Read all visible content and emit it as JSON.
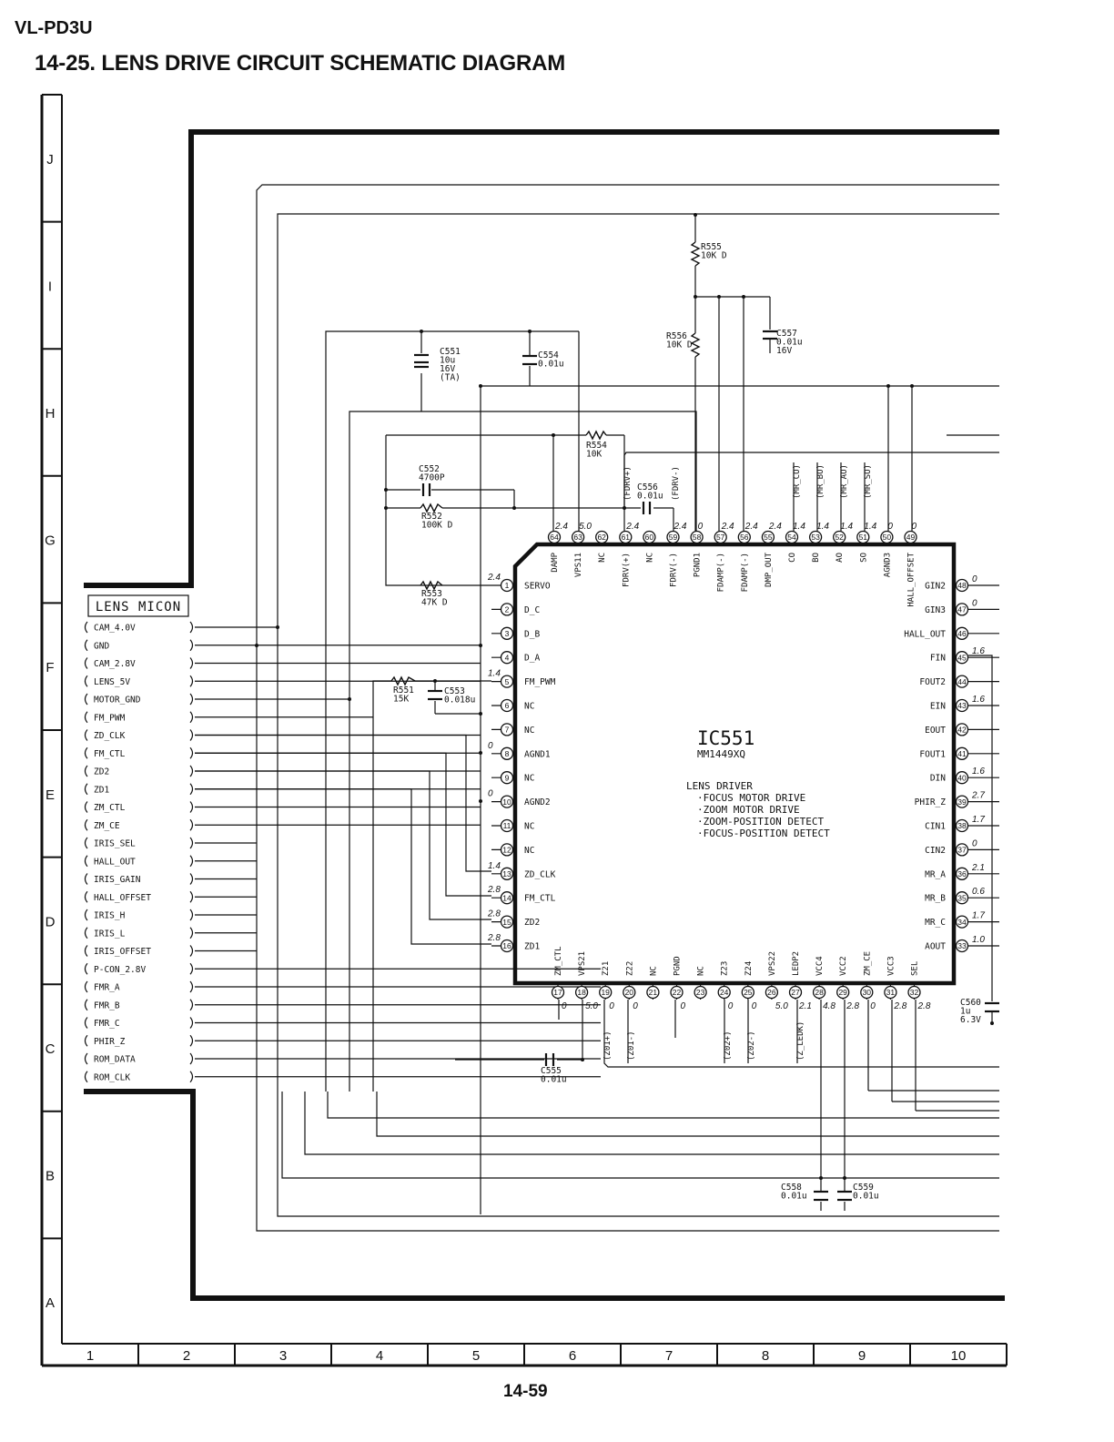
{
  "header": {
    "model": "VL-PD3U",
    "title": "14-25. LENS DRIVE CIRCUIT SCHEMATIC DIAGRAM"
  },
  "footer": {
    "page": "14-59"
  },
  "grid": {
    "rows": [
      "J",
      "I",
      "H",
      "G",
      "F",
      "E",
      "D",
      "C",
      "B",
      "A"
    ],
    "cols": [
      "1",
      "2",
      "3",
      "4",
      "5",
      "6",
      "7",
      "8",
      "9",
      "10"
    ]
  },
  "connector": {
    "title": "LENS MICON",
    "pins": [
      "CAM_4.0V",
      "GND",
      "CAM_2.8V",
      "LENS_5V",
      "MOTOR_GND",
      "FM_PWM",
      "ZD_CLK",
      "FM_CTL",
      "ZD2",
      "ZD1",
      "ZM_CTL",
      "ZM_CE",
      "IRIS_SEL",
      "HALL_OUT",
      "IRIS_GAIN",
      "HALL_OFFSET",
      "IRIS_H",
      "IRIS_L",
      "IRIS_OFFSET",
      "P-CON_2.8V",
      "FMR_A",
      "FMR_B",
      "FMR_C",
      "PHIR_Z",
      "ROM_DATA",
      "ROM_CLK"
    ]
  },
  "ic": {
    "ref": "IC551",
    "part": "MM1449XQ",
    "function": "LENS DRIVER",
    "features": [
      "·FOCUS MOTOR DRIVE",
      "·ZOOM MOTOR DRIVE",
      "·ZOOM-POSITION DETECT",
      "·FOCUS-POSITION DETECT"
    ],
    "left_pins": [
      {
        "n": "1",
        "name": "SERVO",
        "v": "2.4"
      },
      {
        "n": "2",
        "name": "D_C",
        "v": ""
      },
      {
        "n": "3",
        "name": "D_B",
        "v": ""
      },
      {
        "n": "4",
        "name": "D_A",
        "v": ""
      },
      {
        "n": "5",
        "name": "FM_PWM",
        "v": "1.4"
      },
      {
        "n": "6",
        "name": "NC",
        "v": ""
      },
      {
        "n": "7",
        "name": "NC",
        "v": ""
      },
      {
        "n": "8",
        "name": "AGND1",
        "v": "0"
      },
      {
        "n": "9",
        "name": "NC",
        "v": ""
      },
      {
        "n": "10",
        "name": "AGND2",
        "v": "0"
      },
      {
        "n": "11",
        "name": "NC",
        "v": ""
      },
      {
        "n": "12",
        "name": "NC",
        "v": ""
      },
      {
        "n": "13",
        "name": "ZD_CLK",
        "v": "1.4"
      },
      {
        "n": "14",
        "name": "FM_CTL",
        "v": "2.8"
      },
      {
        "n": "15",
        "name": "ZD2",
        "v": "2.8"
      },
      {
        "n": "16",
        "name": "ZD1",
        "v": "2.8"
      }
    ],
    "right_pins": [
      {
        "n": "48",
        "name": "GIN2",
        "v": "0"
      },
      {
        "n": "47",
        "name": "GIN3",
        "v": "0"
      },
      {
        "n": "46",
        "name": "HALL_OUT",
        "v": ""
      },
      {
        "n": "45",
        "name": "FIN",
        "v": "1.6"
      },
      {
        "n": "44",
        "name": "FOUT2",
        "v": ""
      },
      {
        "n": "43",
        "name": "EIN",
        "v": "1.6"
      },
      {
        "n": "42",
        "name": "EOUT",
        "v": ""
      },
      {
        "n": "41",
        "name": "FOUT1",
        "v": ""
      },
      {
        "n": "40",
        "name": "DIN",
        "v": "1.6"
      },
      {
        "n": "39",
        "name": "PHIR_Z",
        "v": "2.7"
      },
      {
        "n": "38",
        "name": "CIN1",
        "v": "1.7"
      },
      {
        "n": "37",
        "name": "CIN2",
        "v": "0"
      },
      {
        "n": "36",
        "name": "MR_A",
        "v": "2.1"
      },
      {
        "n": "35",
        "name": "MR_B",
        "v": "0.6"
      },
      {
        "n": "34",
        "name": "MR_C",
        "v": "1.7"
      },
      {
        "n": "33",
        "name": "AOUT",
        "v": "1.0"
      }
    ],
    "top_pins": [
      {
        "n": "64",
        "name": "DAMP",
        "v": "2.4"
      },
      {
        "n": "63",
        "name": "VPS11",
        "v": "5.0"
      },
      {
        "n": "62",
        "name": "NC",
        "v": ""
      },
      {
        "n": "61",
        "name": "FDRV(+)",
        "v": "2.4"
      },
      {
        "n": "60",
        "name": "NC",
        "v": ""
      },
      {
        "n": "59",
        "name": "FDRV(-)",
        "v": "2.4"
      },
      {
        "n": "58",
        "name": "PGND1",
        "v": "0"
      },
      {
        "n": "57",
        "name": "FDAMP(-)",
        "v": "2.4"
      },
      {
        "n": "56",
        "name": "FDAMP(-)",
        "v": "2.4"
      },
      {
        "n": "55",
        "name": "DMP_OUT",
        "v": "2.4"
      },
      {
        "n": "54",
        "name": "CO",
        "v": "1.4"
      },
      {
        "n": "53",
        "name": "BO",
        "v": "1.4"
      },
      {
        "n": "52",
        "name": "AO",
        "v": "1.4"
      },
      {
        "n": "51",
        "name": "SO",
        "v": "1.4"
      },
      {
        "n": "50",
        "name": "AGND3",
        "v": "0"
      },
      {
        "n": "49",
        "name": "HALL_OFFSET",
        "v": "0"
      }
    ],
    "bottom_pins": [
      {
        "n": "17",
        "name": "ZM_CTL",
        "v": "0"
      },
      {
        "n": "18",
        "name": "VPS21",
        "v": "5.0"
      },
      {
        "n": "19",
        "name": "Z21",
        "v": "0"
      },
      {
        "n": "20",
        "name": "Z22",
        "v": "0"
      },
      {
        "n": "21",
        "name": "NC",
        "v": ""
      },
      {
        "n": "22",
        "name": "PGND",
        "v": "0"
      },
      {
        "n": "23",
        "name": "NC",
        "v": ""
      },
      {
        "n": "24",
        "name": "Z23",
        "v": "0"
      },
      {
        "n": "25",
        "name": "Z24",
        "v": "0"
      },
      {
        "n": "26",
        "name": "VPS22",
        "v": "5.0"
      },
      {
        "n": "27",
        "name": "LEDP2",
        "v": "2.1"
      },
      {
        "n": "28",
        "name": "VCC4",
        "v": "4.8"
      },
      {
        "n": "29",
        "name": "VCC2",
        "v": "2.8"
      },
      {
        "n": "30",
        "name": "ZM_CE",
        "v": "0"
      },
      {
        "n": "31",
        "name": "VCC3",
        "v": "2.8"
      },
      {
        "n": "32",
        "name": "SEL",
        "v": "2.8"
      }
    ]
  },
  "components": {
    "c551": [
      "C551",
      "10u",
      "16V",
      "(TA)"
    ],
    "c554": [
      "C554",
      "0.01u"
    ],
    "c552": [
      "C552",
      "4700P"
    ],
    "r552": [
      "R552",
      "100K D"
    ],
    "r553": [
      "R553",
      "47K D"
    ],
    "r554": [
      "R554",
      "10K"
    ],
    "c556": [
      "C556",
      "0.01u"
    ],
    "r555": [
      "R555",
      "10K D"
    ],
    "r556": [
      "R556",
      "10K D"
    ],
    "c557": [
      "C557",
      "0.01u",
      "16V"
    ],
    "r551": [
      "R551",
      "15K"
    ],
    "c553": [
      "C553",
      "0.018u"
    ],
    "c555": [
      "C555",
      "0.01u"
    ],
    "c558": [
      "C558",
      "0.01u"
    ],
    "c559": [
      "C559",
      "0.01u"
    ],
    "c560": [
      "C560",
      "1u",
      "6.3V"
    ]
  },
  "net_labels": {
    "top": [
      "(FDRV+)",
      "(FDRV-)",
      "(MR_CO)",
      "(MR_BO)",
      "(MR_AO)",
      "(MR_SO)"
    ],
    "bottom": [
      "(Z01+)",
      "(Z01-)",
      "(Z02+)",
      "(Z02-)",
      "(Z_LEDK)"
    ]
  }
}
